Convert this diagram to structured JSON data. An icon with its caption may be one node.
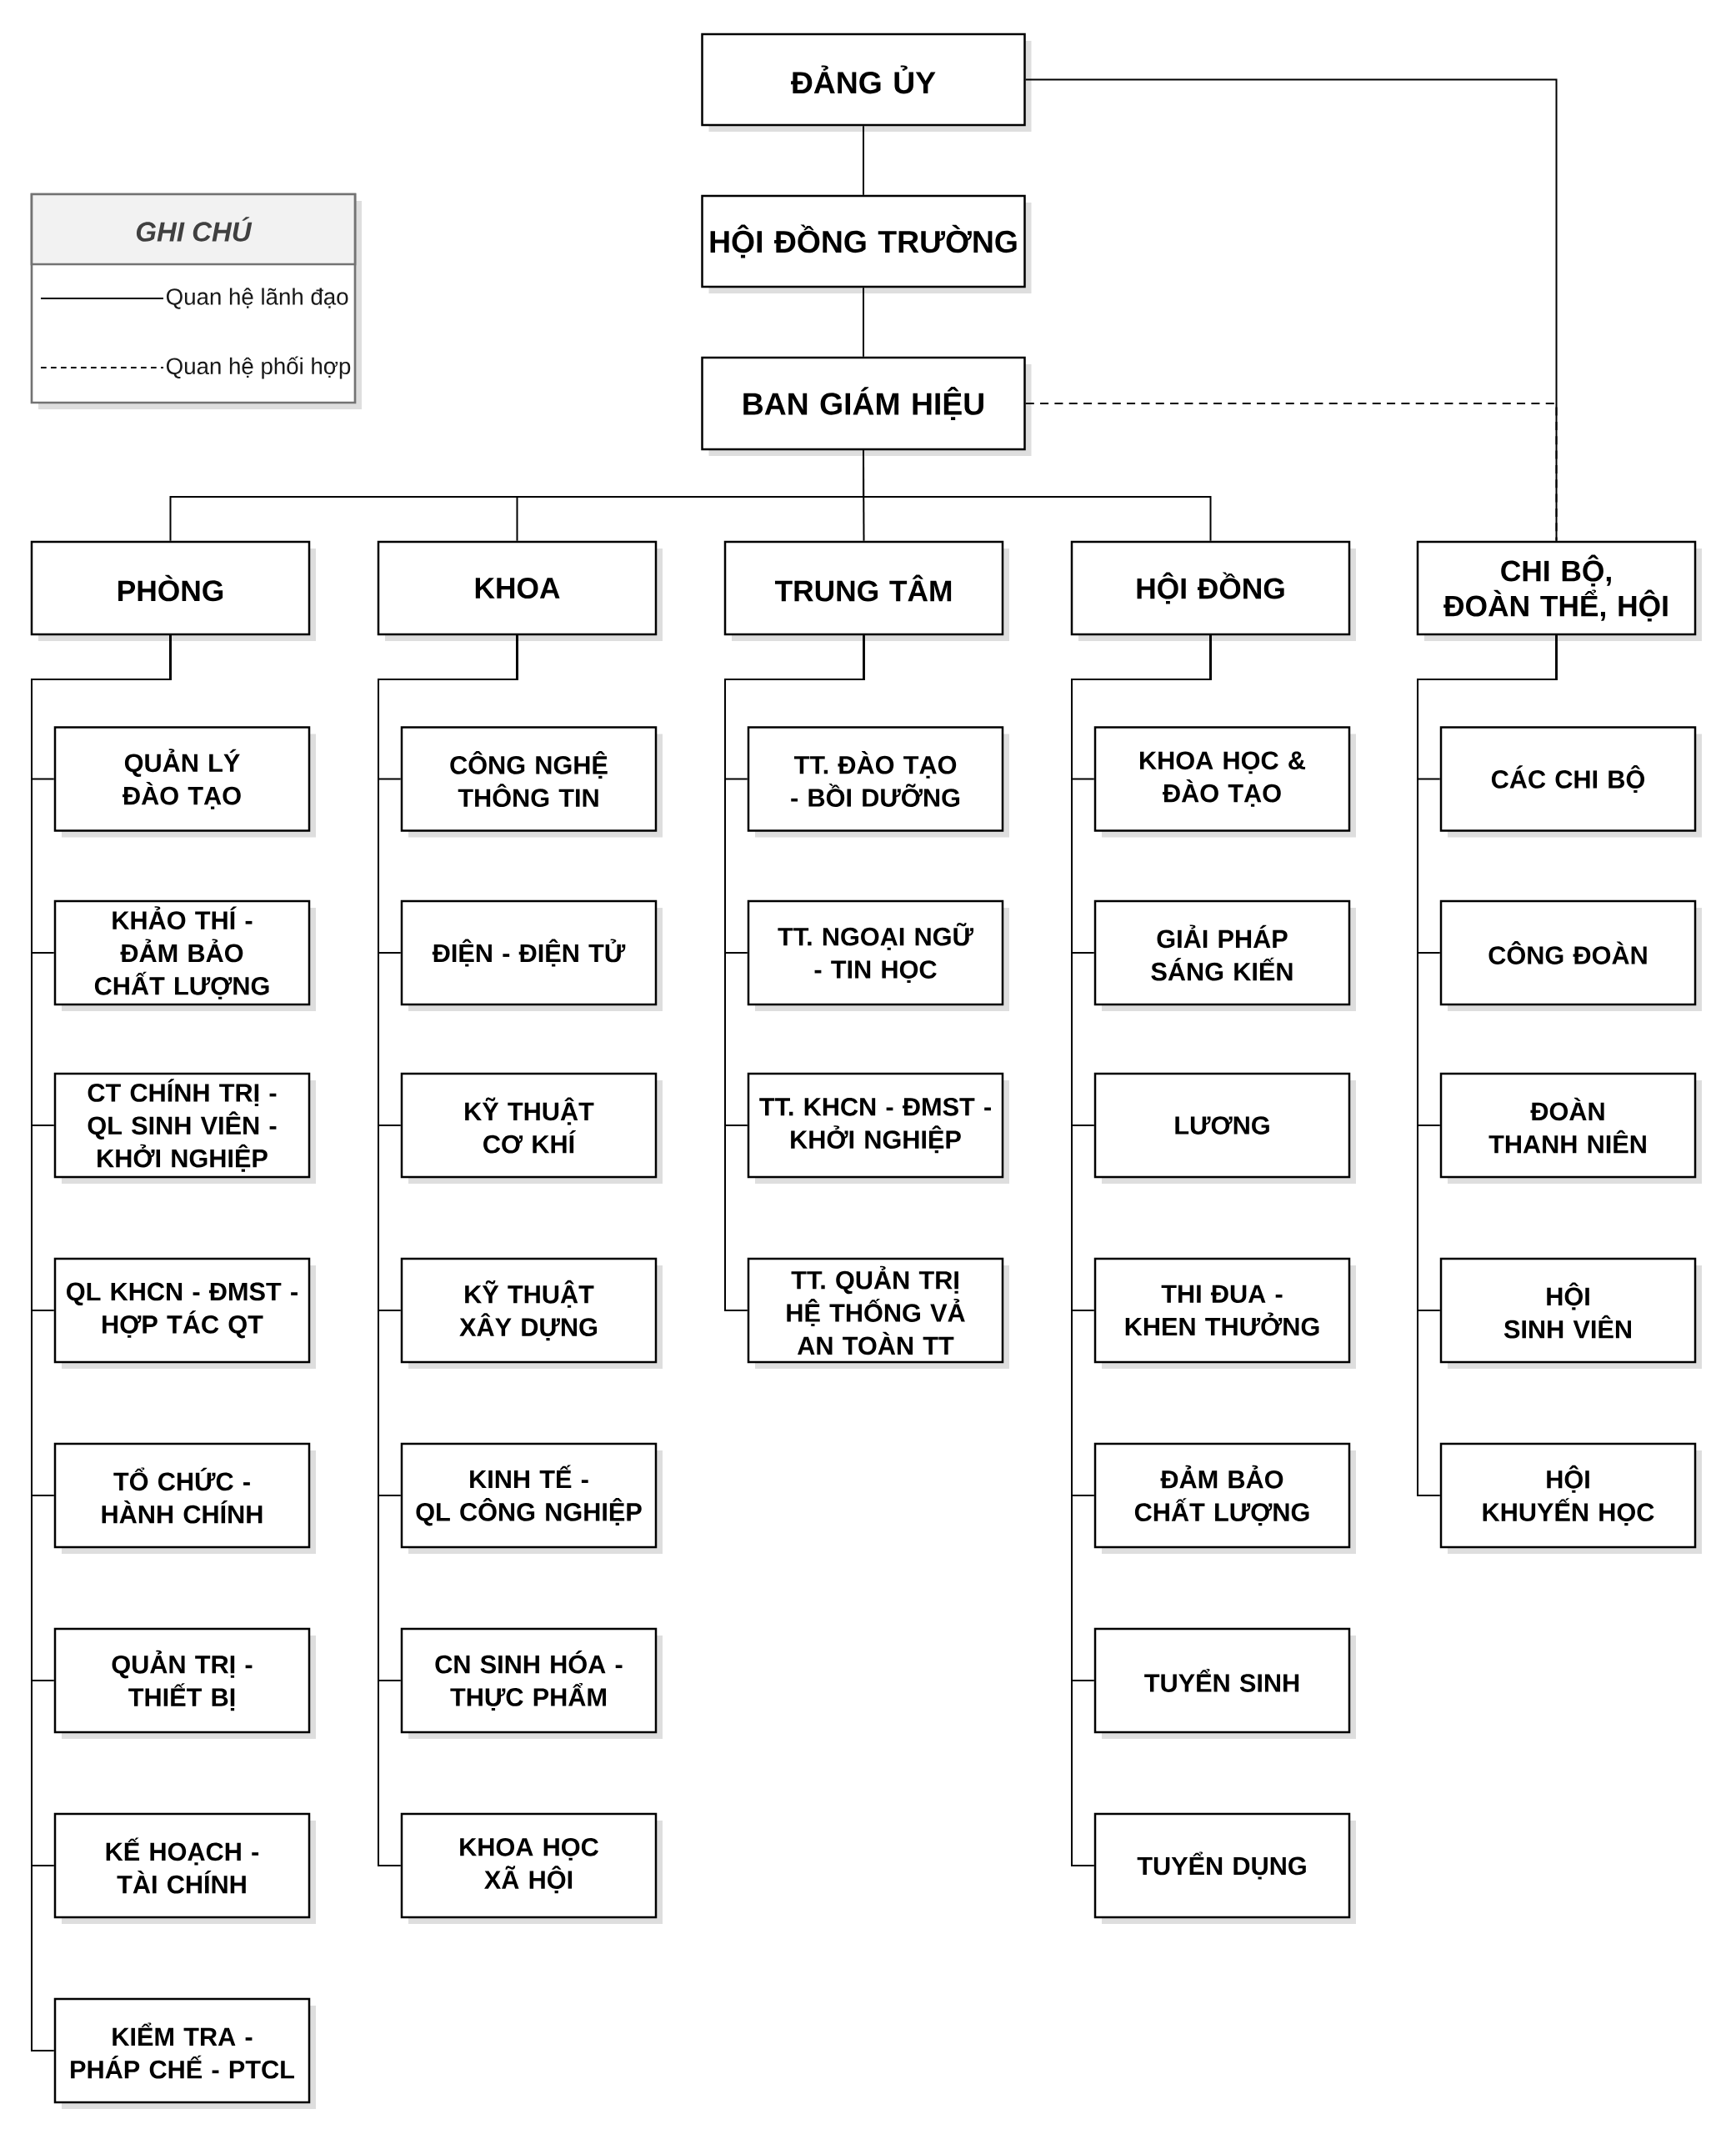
{
  "diagram": {
    "nodes": [
      {
        "text": [
          "ĐẢNG ỦY"
        ]
      },
      {
        "text": [
          "HỘI ĐỒNG TRƯỜNG"
        ]
      },
      {
        "text": [
          "BAN GIÁM HIỆU"
        ]
      },
      {
        "text": [
          "PHÒNG"
        ]
      },
      {
        "text": [
          "KHOA"
        ]
      },
      {
        "text": [
          "TRUNG TÂM"
        ]
      },
      {
        "text": [
          "HỘI ĐỒNG"
        ]
      },
      {
        "text": [
          "CHI BỘ, ĐOÀN THỂ, HỘI"
        ]
      },
      {
        "text": [
          "QUẢN LÝ ĐÀO TẠO"
        ]
      },
      {
        "text": [
          "KHẢO THÍ - ĐẢM BẢO CHẤT LƯỢNG"
        ]
      },
      {
        "text": [
          "CT CHÍNH TRỊ - QL SINH VIÊN - KHỞI NGHIỆP"
        ]
      },
      {
        "text": [
          "QL KHCN - ĐMST - HỢP TÁC QT"
        ]
      },
      {
        "text": [
          "TỔ CHỨC - HÀNH CHÍNH"
        ]
      },
      {
        "text": [
          "QUẢN TRỊ - THIẾT BỊ"
        ]
      },
      {
        "text": [
          "KẾ HOẠCH - TÀI CHÍNH"
        ]
      },
      {
        "text": [
          "KIỂM TRA - PHÁP CHẾ - PTCL"
        ]
      },
      {
        "text": [
          "CÔNG NGHỆ THÔNG TIN"
        ]
      },
      {
        "text": [
          "ĐIỆN - ĐIỆN TỬ"
        ]
      },
      {
        "text": [
          "KỸ THUẬT CƠ KHÍ"
        ]
      },
      {
        "text": [
          "KỸ THUẬT XÂY DỰNG"
        ]
      },
      {
        "text": [
          "KINH TẾ - QL CÔNG NGHIỆP"
        ]
      },
      {
        "text": [
          "CN SINH HÓA - THỰC PHẨM"
        ]
      },
      {
        "text": [
          "KHOA HỌC XÃ HỘI"
        ]
      },
      {
        "text": [
          "TT. ĐÀO TẠO - BỒI DƯỠNG"
        ]
      },
      {
        "text": [
          "TT. NGOẠI NGỮ - TIN HỌC"
        ]
      },
      {
        "text": [
          "TT. KHCN - ĐMST - KHỞI NGHIỆP"
        ]
      },
      {
        "text": [
          "TT. QUẢN TRỊ HỆ THỐNG VẢ AN TOÀN TT"
        ]
      },
      {
        "text": [
          "KHOA HỌC & ĐÀO TẠO"
        ]
      },
      {
        "text": [
          "GIẢI PHÁP SÁNG KIẾN"
        ]
      },
      {
        "text": [
          "LƯƠNG"
        ]
      },
      {
        "text": [
          "THI ĐUA - KHEN THƯỞNG"
        ]
      },
      {
        "text": [
          "ĐẢM BẢO CHẤT LƯỢNG"
        ]
      },
      {
        "text": [
          "TUYỂN SINH"
        ]
      },
      {
        "text": [
          "TUYỂN DỤNG"
        ]
      },
      {
        "text": [
          "CÁC CHI BỘ"
        ]
      },
      {
        "text": [
          "CÔNG ĐOÀN"
        ]
      },
      {
        "text": [
          "ĐOÀN THANH NIÊN"
        ]
      },
      {
        "text": [
          "HỘI SINH VIÊN"
        ]
      },
      {
        "text": [
          "HỘI KHUYẾN HỌC"
        ]
      }
    ],
    "edges": [
      {
        "from": 0,
        "to": 1,
        "arrow": "none"
      },
      {
        "from": 1,
        "to": 2,
        "arrow": "none"
      },
      {
        "from": 0,
        "to": 7,
        "arrow": "none"
      },
      {
        "from": 2,
        "to": 7,
        "arrow": "none",
        "style": "dashed"
      },
      {
        "from": 2,
        "to": 3,
        "arrow": "none"
      },
      {
        "from": 2,
        "to": 4,
        "arrow": "none"
      },
      {
        "from": 2,
        "to": 5,
        "arrow": "none"
      },
      {
        "from": 2,
        "to": 6,
        "arrow": "none"
      },
      {
        "from": 3,
        "to": 8,
        "arrow": "none"
      },
      {
        "from": 3,
        "to": 9,
        "arrow": "none"
      },
      {
        "from": 3,
        "to": 10,
        "arrow": "none"
      },
      {
        "from": 3,
        "to": 11,
        "arrow": "none"
      },
      {
        "from": 3,
        "to": 12,
        "arrow": "none"
      },
      {
        "from": 3,
        "to": 13,
        "arrow": "none"
      },
      {
        "from": 3,
        "to": 14,
        "arrow": "none"
      },
      {
        "from": 3,
        "to": 15,
        "arrow": "none"
      },
      {
        "from": 4,
        "to": 16,
        "arrow": "none"
      },
      {
        "from": 4,
        "to": 17,
        "arrow": "none"
      },
      {
        "from": 4,
        "to": 18,
        "arrow": "none"
      },
      {
        "from": 4,
        "to": 19,
        "arrow": "none"
      },
      {
        "from": 4,
        "to": 20,
        "arrow": "none"
      },
      {
        "from": 4,
        "to": 21,
        "arrow": "none"
      },
      {
        "from": 4,
        "to": 22,
        "arrow": "none"
      },
      {
        "from": 5,
        "to": 23,
        "arrow": "none"
      },
      {
        "from": 5,
        "to": 24,
        "arrow": "none"
      },
      {
        "from": 5,
        "to": 25,
        "arrow": "none"
      },
      {
        "from": 5,
        "to": 26,
        "arrow": "none"
      },
      {
        "from": 6,
        "to": 27,
        "arrow": "none"
      },
      {
        "from": 6,
        "to": 28,
        "arrow": "none"
      },
      {
        "from": 6,
        "to": 29,
        "arrow": "none"
      },
      {
        "from": 6,
        "to": 30,
        "arrow": "none"
      },
      {
        "from": 6,
        "to": 31,
        "arrow": "none"
      },
      {
        "from": 6,
        "to": 32,
        "arrow": "none"
      },
      {
        "from": 6,
        "to": 33,
        "arrow": "none"
      },
      {
        "from": 7,
        "to": 34,
        "arrow": "none"
      },
      {
        "from": 7,
        "to": 35,
        "arrow": "none"
      },
      {
        "from": 7,
        "to": 36,
        "arrow": "none"
      },
      {
        "from": 7,
        "to": 37,
        "arrow": "none"
      },
      {
        "from": 7,
        "to": 38,
        "arrow": "none"
      }
    ],
    "labels": [
      "GHI CHÚ"
    ],
    "legend": [
      {
        "text": "Quan hệ lãnh đạo"
      },
      {
        "text": "Quan hệ phối hợp"
      }
    ]
  }
}
